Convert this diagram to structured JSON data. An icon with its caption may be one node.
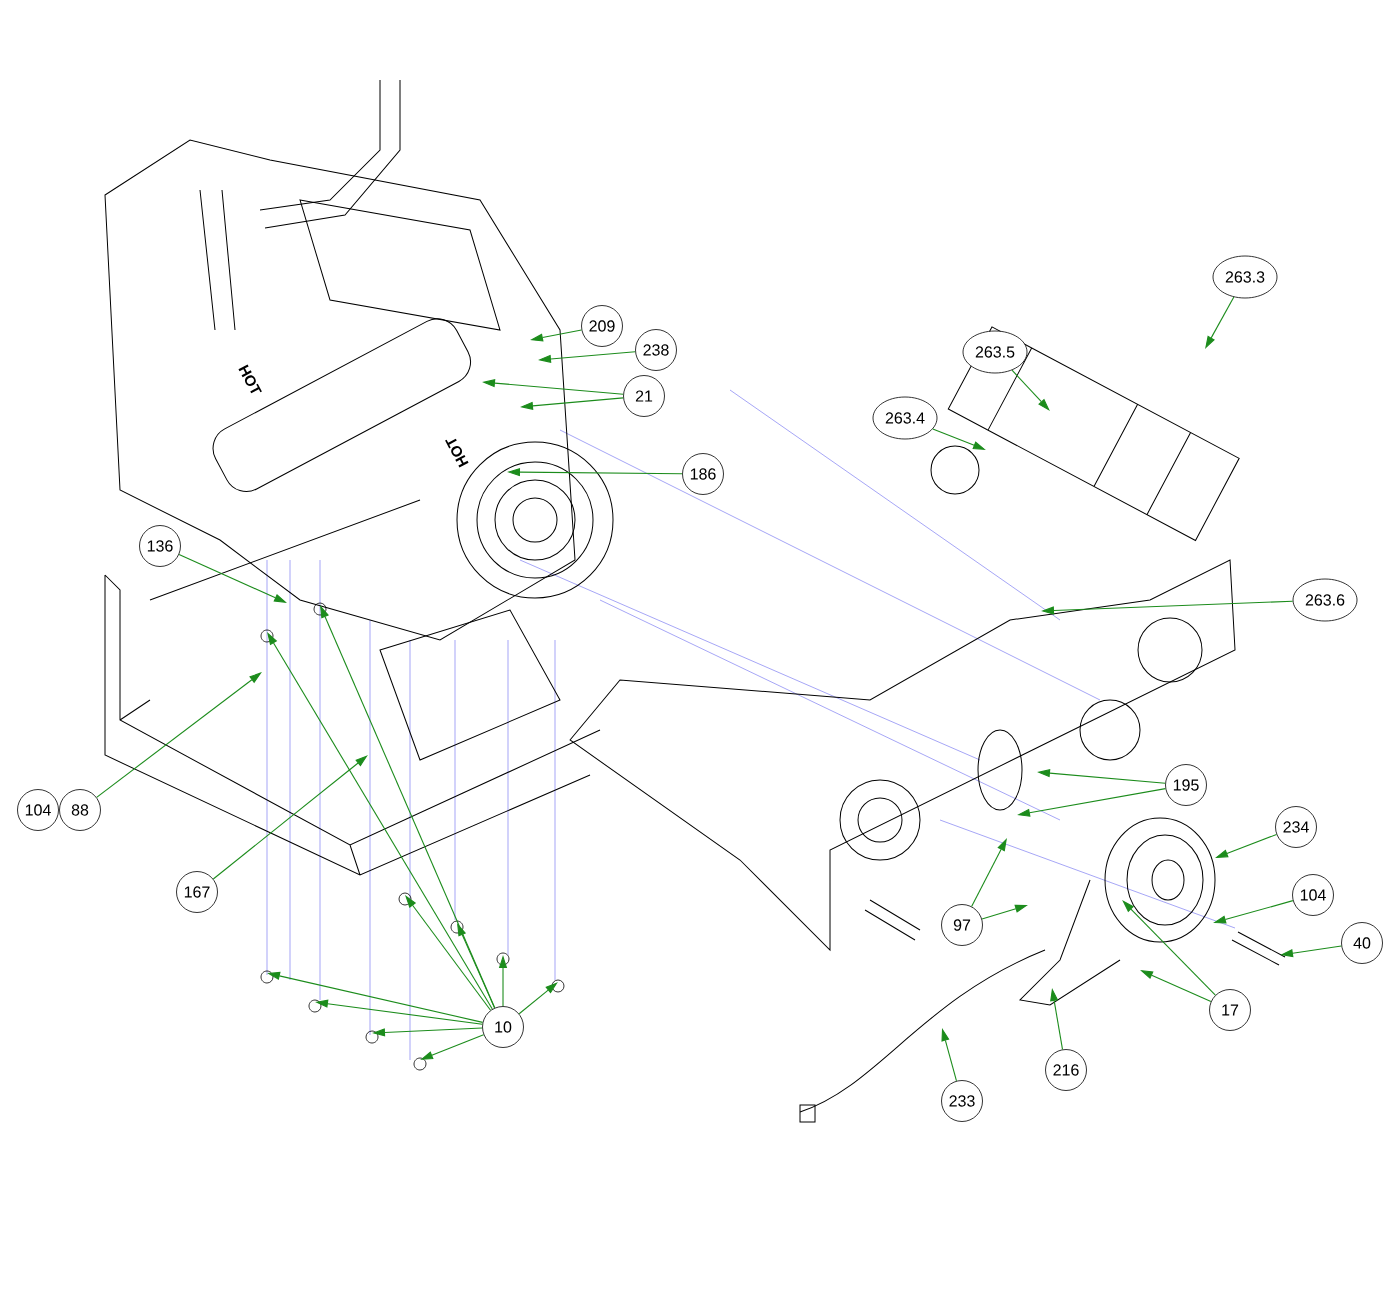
{
  "diagram": {
    "nodes": [
      {
        "text": [
          "209"
        ]
      },
      {
        "text": [
          "238"
        ]
      },
      {
        "text": [
          "21"
        ]
      },
      {
        "text": [
          "186"
        ]
      },
      {
        "text": [
          "263.3"
        ]
      },
      {
        "text": [
          "263.5"
        ]
      },
      {
        "text": [
          "263.4"
        ]
      },
      {
        "text": [
          "263.6"
        ]
      },
      {
        "text": [
          "136"
        ]
      },
      {
        "text": [
          "104"
        ]
      },
      {
        "text": [
          "88"
        ]
      },
      {
        "text": [
          "167"
        ]
      },
      {
        "text": [
          "10"
        ]
      },
      {
        "text": [
          "195"
        ]
      },
      {
        "text": [
          "234"
        ]
      },
      {
        "text": [
          "104"
        ]
      },
      {
        "text": [
          "40"
        ]
      },
      {
        "text": [
          "17"
        ]
      },
      {
        "text": [
          "97"
        ]
      },
      {
        "text": [
          "216"
        ]
      },
      {
        "text": [
          "233"
        ]
      }
    ],
    "edges": [
      {
        "from": 0,
        "to": null,
        "arrow": "to"
      },
      {
        "from": 1,
        "to": null,
        "arrow": "to"
      },
      {
        "from": 2,
        "to": null,
        "arrow": "to"
      },
      {
        "from": 2,
        "to": null,
        "arrow": "to"
      },
      {
        "from": 3,
        "to": null,
        "arrow": "to"
      },
      {
        "from": 4,
        "to": null,
        "arrow": "to"
      },
      {
        "from": 5,
        "to": null,
        "arrow": "to"
      },
      {
        "from": 6,
        "to": null,
        "arrow": "to"
      },
      {
        "from": 7,
        "to": null,
        "arrow": "to"
      },
      {
        "from": 8,
        "to": null,
        "arrow": "to"
      },
      {
        "from": 10,
        "to": null,
        "arrow": "to"
      },
      {
        "from": 11,
        "to": null,
        "arrow": "to"
      },
      {
        "from": 12,
        "to": null,
        "arrow": "to"
      },
      {
        "from": 12,
        "to": null,
        "arrow": "to"
      },
      {
        "from": 12,
        "to": null,
        "arrow": "to"
      },
      {
        "from": 12,
        "to": null,
        "arrow": "to"
      },
      {
        "from": 12,
        "to": null,
        "arrow": "to"
      },
      {
        "from": 12,
        "to": null,
        "arrow": "to"
      },
      {
        "from": 12,
        "to": null,
        "arrow": "to"
      },
      {
        "from": 12,
        "to": null,
        "arrow": "to"
      },
      {
        "from": 12,
        "to": null,
        "arrow": "to"
      },
      {
        "from": 12,
        "to": null,
        "arrow": "to"
      },
      {
        "from": 13,
        "to": null,
        "arrow": "to"
      },
      {
        "from": 13,
        "to": null,
        "arrow": "to"
      },
      {
        "from": 14,
        "to": null,
        "arrow": "to"
      },
      {
        "from": 15,
        "to": null,
        "arrow": "to"
      },
      {
        "from": 16,
        "to": null,
        "arrow": "to"
      },
      {
        "from": 17,
        "to": null,
        "arrow": "to"
      },
      {
        "from": 17,
        "to": null,
        "arrow": "to"
      },
      {
        "from": 18,
        "to": null,
        "arrow": "to"
      },
      {
        "from": 18,
        "to": null,
        "arrow": "to"
      },
      {
        "from": 19,
        "to": null,
        "arrow": "to"
      },
      {
        "from": 20,
        "to": null,
        "arrow": "to"
      }
    ],
    "labels": [
      "HOT",
      "HOT"
    ]
  }
}
